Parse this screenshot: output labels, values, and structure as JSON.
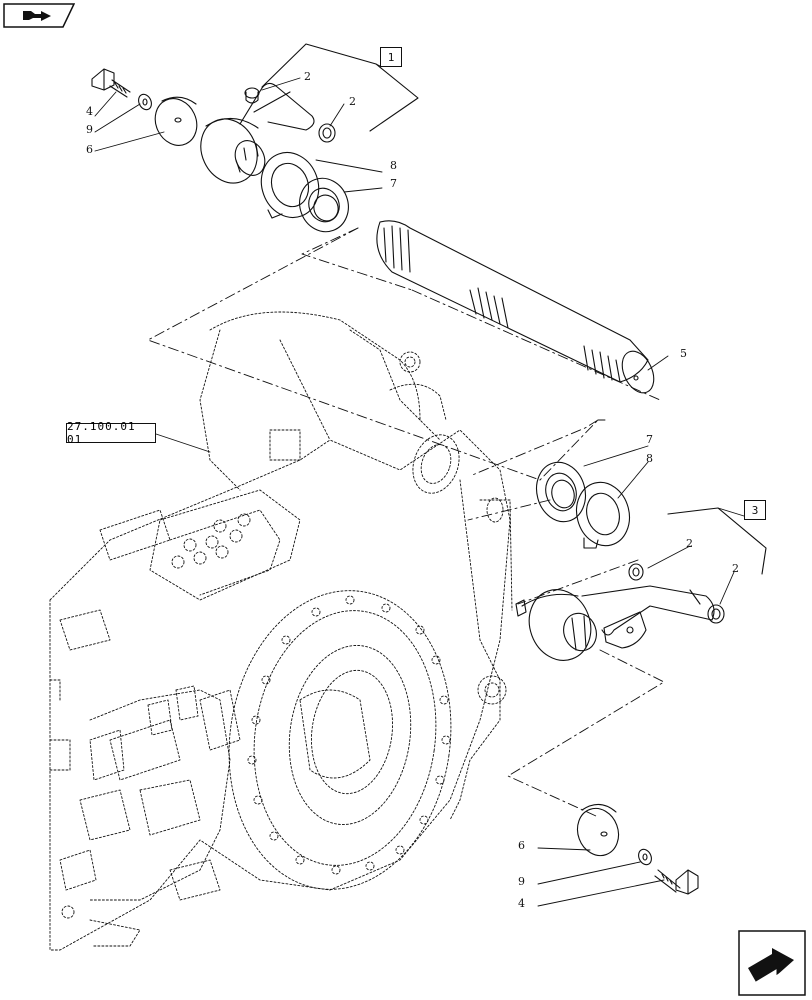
{
  "header": {
    "nav_icon": "book-arrow-icon"
  },
  "footer": {
    "nav_icon": "next-page-arrow-icon"
  },
  "reference": {
    "label": "27.100.01 01"
  },
  "assemblies": [
    {
      "id": "group-upper",
      "label": "1"
    },
    {
      "id": "group-lower",
      "label": "3"
    }
  ],
  "callouts": {
    "upper_4": "4",
    "upper_9": "9",
    "upper_6": "6",
    "upper_2a": "2",
    "upper_2b": "2",
    "upper_8": "8",
    "upper_7": "7",
    "shaft_5": "5",
    "mid_7": "7",
    "mid_8": "8",
    "lower_2a": "2",
    "lower_2b": "2",
    "bottom_6": "6",
    "bottom_9": "9",
    "bottom_4": "4"
  },
  "colors": {
    "line": "#111111",
    "background": "#ffffff"
  }
}
